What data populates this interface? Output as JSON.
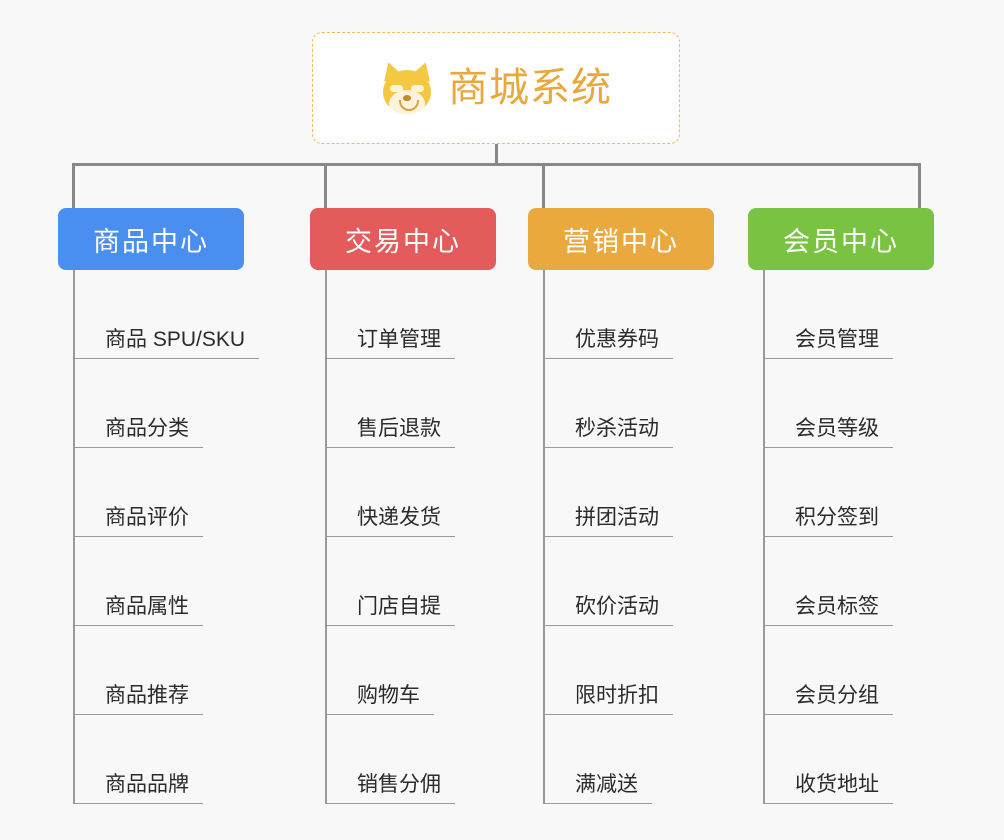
{
  "diagram": {
    "background_color": "#f8f8f8",
    "root": {
      "title": "商城系统",
      "icon": "shiba-dog-icon",
      "text_color": "#e8a83c",
      "border_color": "#f0b95a",
      "fill_color": "#ffffff"
    },
    "connector_color": "#888888",
    "branches": [
      {
        "label": "商品中心",
        "color": "#4a8ef0",
        "items": [
          "商品 SPU/SKU",
          "商品分类",
          "商品评价",
          "商品属性",
          "商品推荐",
          "商品品牌"
        ]
      },
      {
        "label": "交易中心",
        "color": "#e35b5b",
        "items": [
          "订单管理",
          "售后退款",
          "快递发货",
          "门店自提",
          "购物车",
          "销售分佣"
        ]
      },
      {
        "label": "营销中心",
        "color": "#eaa93e",
        "items": [
          "优惠券码",
          "秒杀活动",
          "拼团活动",
          "砍价活动",
          "限时折扣",
          "满减送"
        ]
      },
      {
        "label": "会员中心",
        "color": "#79c242",
        "items": [
          "会员管理",
          "会员等级",
          "积分签到",
          "会员标签",
          "会员分组",
          "收货地址"
        ]
      }
    ]
  }
}
